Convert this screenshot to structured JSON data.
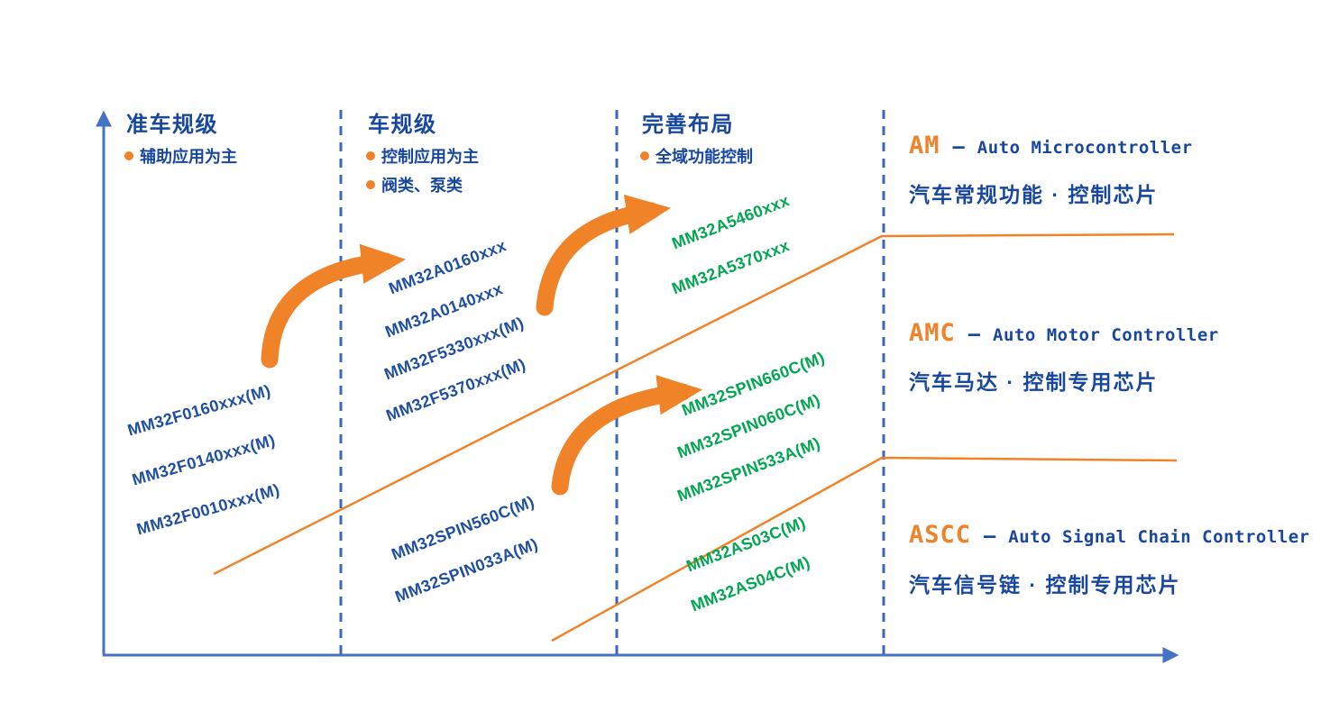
{
  "colors": {
    "blue_text": "#1E4FA0",
    "header_blue": "#17479E",
    "green_text": "#00A650",
    "orange": "#F08228",
    "axis_blue": "#4472C4"
  },
  "columns": [
    {
      "title": "准车规级",
      "bullets": [
        "辅助应用为主"
      ],
      "chips": [
        "MM32F0160xxx(M)",
        "MM32F0140xxx(M)",
        "MM32F0010xxx(M)"
      ]
    },
    {
      "title": "车规级",
      "bullets": [
        "控制应用为主",
        "阀类、泵类"
      ],
      "chips": [
        "MM32A0160xxx",
        "MM32A0140xxx",
        "MM32F5330xxx(M)",
        "MM32F5370xxx(M)",
        "MM32SPIN560C(M)",
        "MM32SPIN033A(M)"
      ]
    },
    {
      "title": "完善布局",
      "bullets": [
        "全域功能控制"
      ],
      "chips": [
        "MM32A5460xxx",
        "MM32A5370xxx",
        "MM32SPIN660C(M)",
        "MM32SPIN060C(M)",
        "MM32SPIN533A(M)",
        "MM32AS03C(M)",
        "MM32AS04C(M)"
      ]
    }
  ],
  "legend": [
    {
      "abbr": "AM",
      "separator": "—",
      "name": "Auto Microcontroller",
      "desc": "汽车常规功能 · 控制芯片"
    },
    {
      "abbr": "AMC",
      "separator": "—",
      "name": "Auto Motor Controller",
      "desc": "汽车马达 · 控制专用芯片"
    },
    {
      "abbr": "ASCC",
      "separator": "—",
      "name": "Auto Signal Chain Controller",
      "desc": "汽车信号链 · 控制专用芯片"
    }
  ]
}
